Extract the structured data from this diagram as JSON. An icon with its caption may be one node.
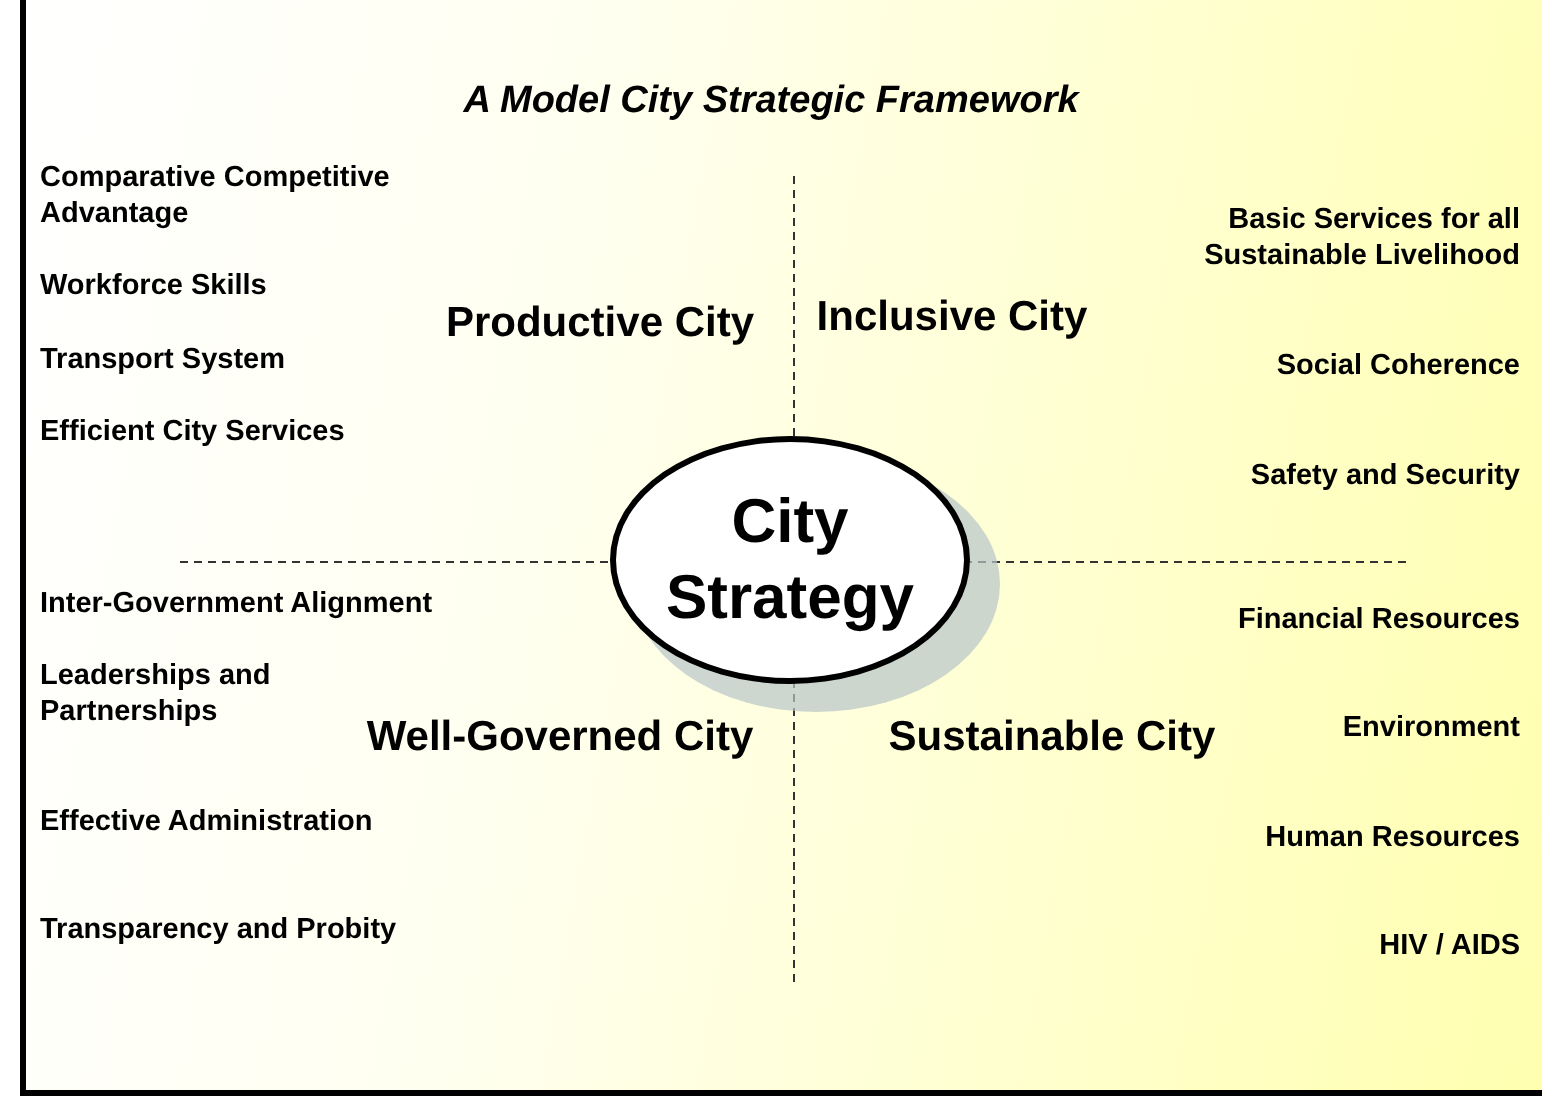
{
  "diagram": {
    "title": "A Model City Strategic Framework",
    "nodes": [
      {
        "text": [
          "City Strategy"
        ]
      }
    ],
    "labels": [
      "Comparative Competitive Advantage",
      "Workforce Skills",
      "Transport System",
      "Efficient City Services",
      "Productive City",
      "Inclusive City",
      "Basic Services for all",
      "Sustainable Livelihood",
      "Social Coherence",
      "Safety and Security",
      "Inter-Government Alignment",
      "Leaderships and Partnerships",
      "Well-Governed City",
      "Sustainable City",
      "Financial Resources",
      "Environment",
      "Human Resources",
      "Effective Administration",
      "Transparency and Probity",
      "HIV / AIDS"
    ]
  }
}
